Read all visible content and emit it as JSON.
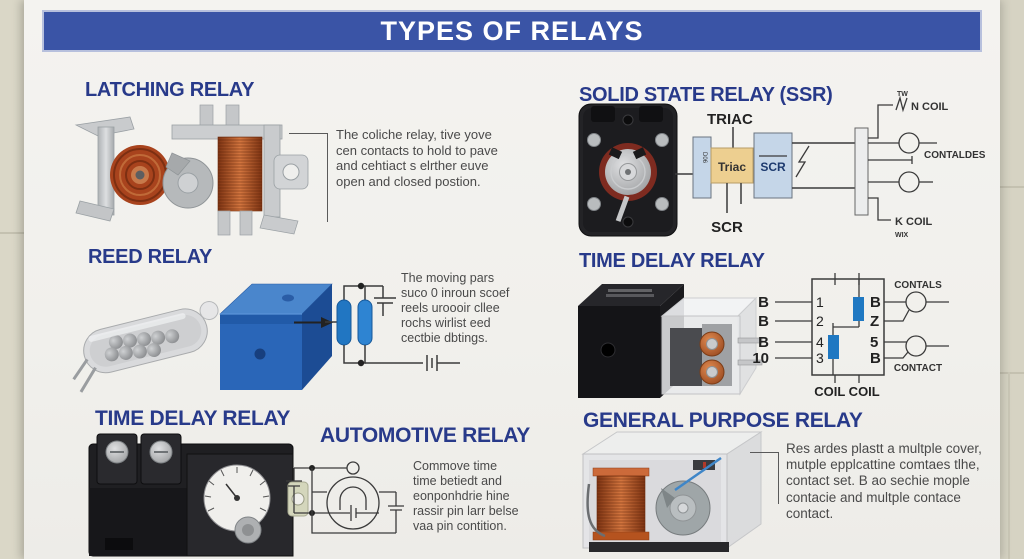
{
  "poster": {
    "title": "TYPES OF RELAYS"
  },
  "sections": {
    "latching": {
      "title": "LATCHING RELAY",
      "description": "The coliche relay, tive yove\ncen contacts to hold to pave\nand cehtiact s elrther euve\nopen and closed postion."
    },
    "ssr": {
      "title": "SOLID STATE RELAY (SSR)",
      "diagram": {
        "top_label": "TRIAC",
        "input_code": "D06",
        "triac_box": "Triac",
        "scr_box": "SCR",
        "bottom_label": "SCR",
        "coil_top_small": "TW",
        "coil_top": "N COIL",
        "contacts": "CONTALDES",
        "coil_bottom": "K COIL",
        "coil_bottom_small": "WIX"
      }
    },
    "reed": {
      "title": "REED RELAY",
      "description": "The moving pars\nsuco 0 inroun scoef\nreels uroooir cllee\nrochs wirlist eed\ncectbie dbtings."
    },
    "time_delay_right": {
      "title": "TIME DELAY RELAY",
      "diagram": {
        "pins_left": [
          "B",
          "B",
          "B",
          "10"
        ],
        "pins_inner_left": [
          "1",
          "2",
          "4",
          "3"
        ],
        "pins_inner_right": [
          "B",
          "Z",
          "5",
          "B"
        ],
        "contacts_top": "CONTALS",
        "contacts_bottom": "CONTACT",
        "coil_label": "COIL COIL"
      }
    },
    "time_delay_left": {
      "title": "TIME DELAY RELAY"
    },
    "automotive": {
      "title": "AUTOMOTIVE RELAY",
      "description": "Commove time\ntime betiedt and\neonponhdrie hine\nrassir pin larr belse\nvaa pin contition."
    },
    "general": {
      "title": "GENERAL PURPOSE RELAY",
      "description": "Res ardes plastt a multple cover,\nmutple epplcattine comtaes tlhe,\ncontact set. B ao sechie mople\ncontacie and multple contace\ncontact."
    }
  },
  "colors": {
    "banner": "#3a54a6",
    "heading": "#283a8a",
    "diagram_blue": "#2176c2",
    "triac_fill": "#edcf90",
    "box_blue": "#c5d6e8",
    "copper": "#b5531f"
  }
}
